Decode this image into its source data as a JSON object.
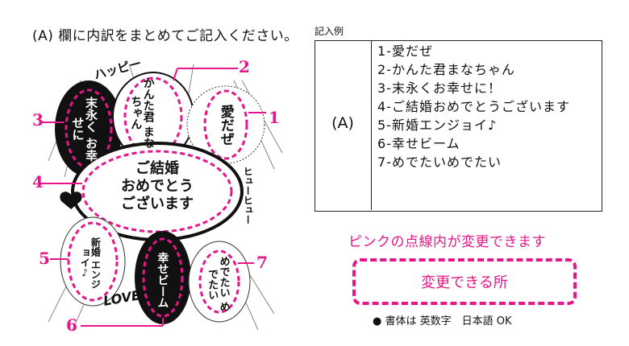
{
  "instruction": "(A) 欄に内訳をまとめてご記入ください。",
  "example": {
    "label": "記入例",
    "key": "(A)",
    "rows": [
      "1-愛だぜ",
      "2-かんた君まなちゃん",
      "3-末永くお幸せに！",
      "4-ご結婚おめでとうございます",
      "5-新婚エンジョイ♪",
      "6-幸せビーム",
      "7-めでたいめでたい"
    ]
  },
  "editable_note": "ピンクの点線内が変更できます",
  "editable_sample": "変更できる所",
  "font_note": {
    "bullet": "●",
    "text": "書体は 英数字　日本語 OK"
  },
  "illustration": {
    "callout_numbers": [
      "1",
      "2",
      "3",
      "4",
      "5",
      "6",
      "7"
    ],
    "bubble_1": "愛だぜ",
    "bubble_2": "かんた君 まな ちゃん",
    "bubble_3": "末永く お幸せに",
    "bubble_4": [
      "ご結婚",
      "おめでとう",
      "ございます"
    ],
    "bubble_5": "新婚 エンジョイ♪",
    "bubble_6": "幸せビーム",
    "bubble_7": "めでたい めでたい",
    "sfx_happy": "ハッピー",
    "sfx_love": "LOVE",
    "sfx_side": "ヒューヒュー"
  },
  "colors": {
    "accent": "#e6168a",
    "ink": "#111111"
  }
}
